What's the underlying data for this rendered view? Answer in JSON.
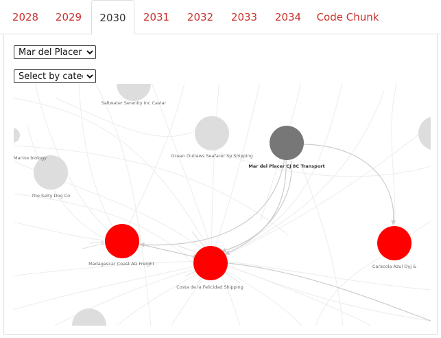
{
  "tabs": [
    {
      "label": "2028",
      "active": false
    },
    {
      "label": "2029",
      "active": false
    },
    {
      "label": "2030",
      "active": true
    },
    {
      "label": "2031",
      "active": false
    },
    {
      "label": "2032",
      "active": false
    },
    {
      "label": "2033",
      "active": false
    },
    {
      "label": "2034",
      "active": false
    },
    {
      "label": "Code Chunk",
      "active": false
    }
  ],
  "controls": {
    "company_select": "Mar del Placer",
    "category_select": "Select by categ"
  },
  "network": {
    "colors": {
      "highlight": "#ff0000",
      "focus": "#777777",
      "faded": "#dddddd",
      "edge": "#cccccc",
      "faded_edge": "#eeeeee"
    },
    "nodes": {
      "saltwater": "Saltwater Serenity Inc Caviar",
      "marine_biology": "Marine biology",
      "salty_dog": "The Salty Dog Co",
      "ocean_outlaws": "Ocean Outlaws Seafarer Sp Shipping",
      "mar_del_placer": "Mar del Placer CJ 8C Transport",
      "madagascar": "Madagascar Coast  AG Freight",
      "costa": "Costa de la Felicidad Shipping",
      "caracola": "Caracola Azul Oyj &"
    }
  }
}
